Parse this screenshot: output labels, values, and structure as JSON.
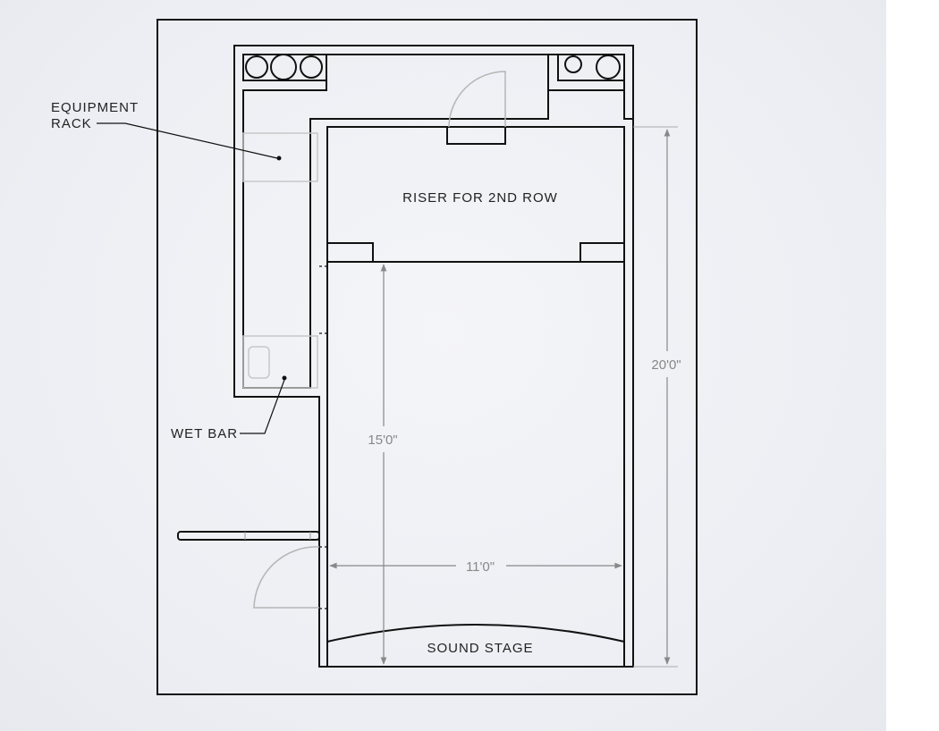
{
  "labels": {
    "equipment_rack_line1": "EQUIPMENT",
    "equipment_rack_line2": "RACK",
    "wet_bar": "WET BAR",
    "riser": "RISER FOR 2ND ROW",
    "sound_stage": "SOUND STAGE"
  },
  "dimensions": {
    "overall_length": "20'0\"",
    "seating_length": "15'0\"",
    "room_width": "11'0\""
  },
  "colors": {
    "wall": "#111111",
    "dimension_line": "#888888",
    "thin_line": "#b5b5b5"
  }
}
